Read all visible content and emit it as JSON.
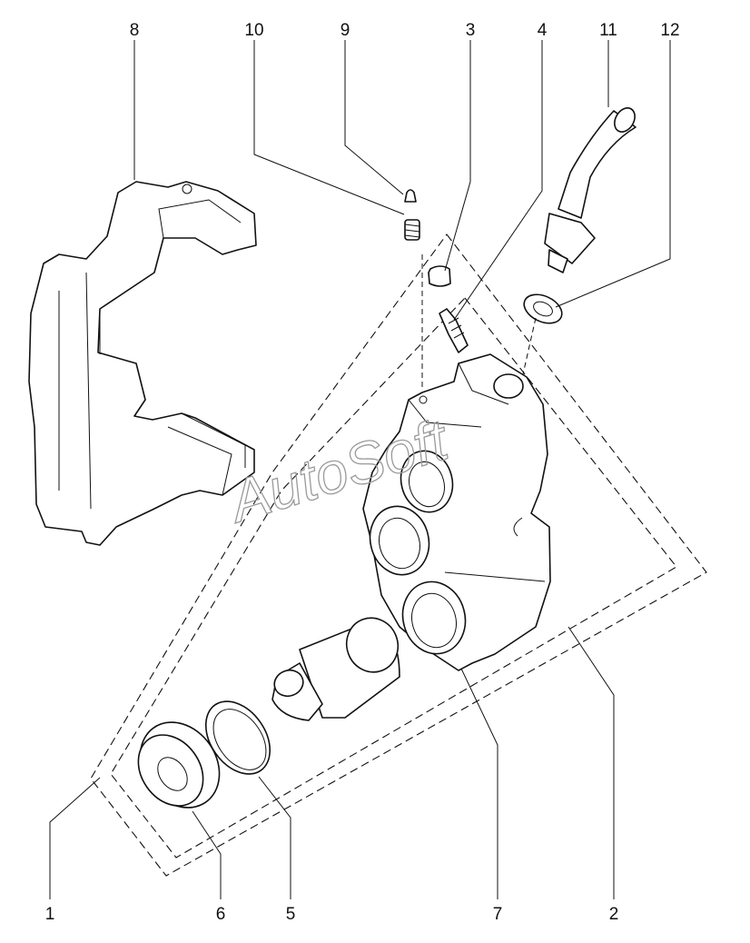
{
  "diagram": {
    "callouts": [
      {
        "id": "8",
        "label": "8"
      },
      {
        "id": "10",
        "label": "10"
      },
      {
        "id": "9",
        "label": "9"
      },
      {
        "id": "3",
        "label": "3"
      },
      {
        "id": "4",
        "label": "4"
      },
      {
        "id": "11",
        "label": "11"
      },
      {
        "id": "12",
        "label": "12"
      },
      {
        "id": "1",
        "label": "1"
      },
      {
        "id": "6",
        "label": "6"
      },
      {
        "id": "5",
        "label": "5"
      },
      {
        "id": "7",
        "label": "7"
      },
      {
        "id": "2",
        "label": "2"
      }
    ],
    "watermark": "AutoSoft"
  }
}
